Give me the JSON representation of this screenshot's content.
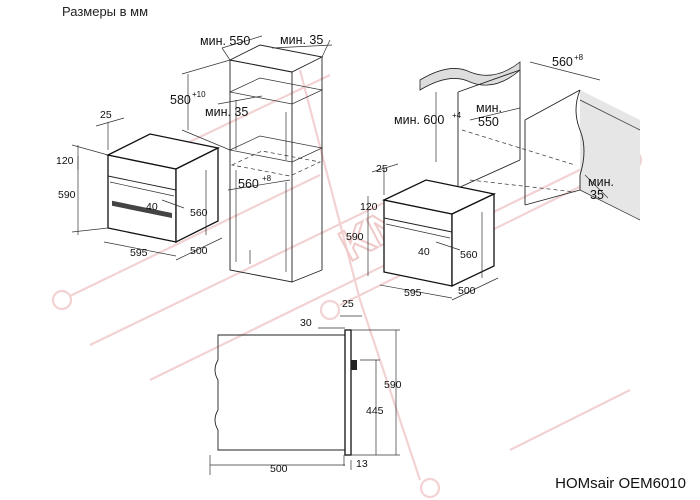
{
  "header": {
    "title": "Размеры в мм"
  },
  "footer": {
    "model": "HOMsair OEM6010"
  },
  "watermark": {
    "text": "KNV"
  },
  "colors": {
    "line": "#222222",
    "watermark": "#f0caca",
    "wall_shade": "#dddddd"
  },
  "dims": {
    "cab_min550": "мин. 550",
    "cab_min35_top": "мин. 35",
    "cab_580": "580",
    "cab_580_tol": "+10",
    "cab_min35_mid": "мин. 35",
    "cab_560": "560",
    "cab_560_tol": "+8",
    "o1_25": "25",
    "o1_120": "120",
    "o1_590": "590",
    "o1_40": "40",
    "o1_560": "560",
    "o1_595": "595",
    "o1_500": "500",
    "w_560": "560",
    "w_560_tol": "+8",
    "w_min600": "мин. 600",
    "w_min600_tol": "+4",
    "w_min550a": "мин.",
    "w_min550b": "550",
    "w_min35a": "мин.",
    "w_min35b": "35",
    "o2_25": "25",
    "o2_120": "120",
    "o2_590": "590",
    "o2_40": "40",
    "o2_560": "560",
    "o2_595": "595",
    "o2_500": "500",
    "s_30": "30",
    "s_25": "25",
    "s_590": "590",
    "s_445": "445",
    "s_500": "500",
    "s_13": "13"
  }
}
